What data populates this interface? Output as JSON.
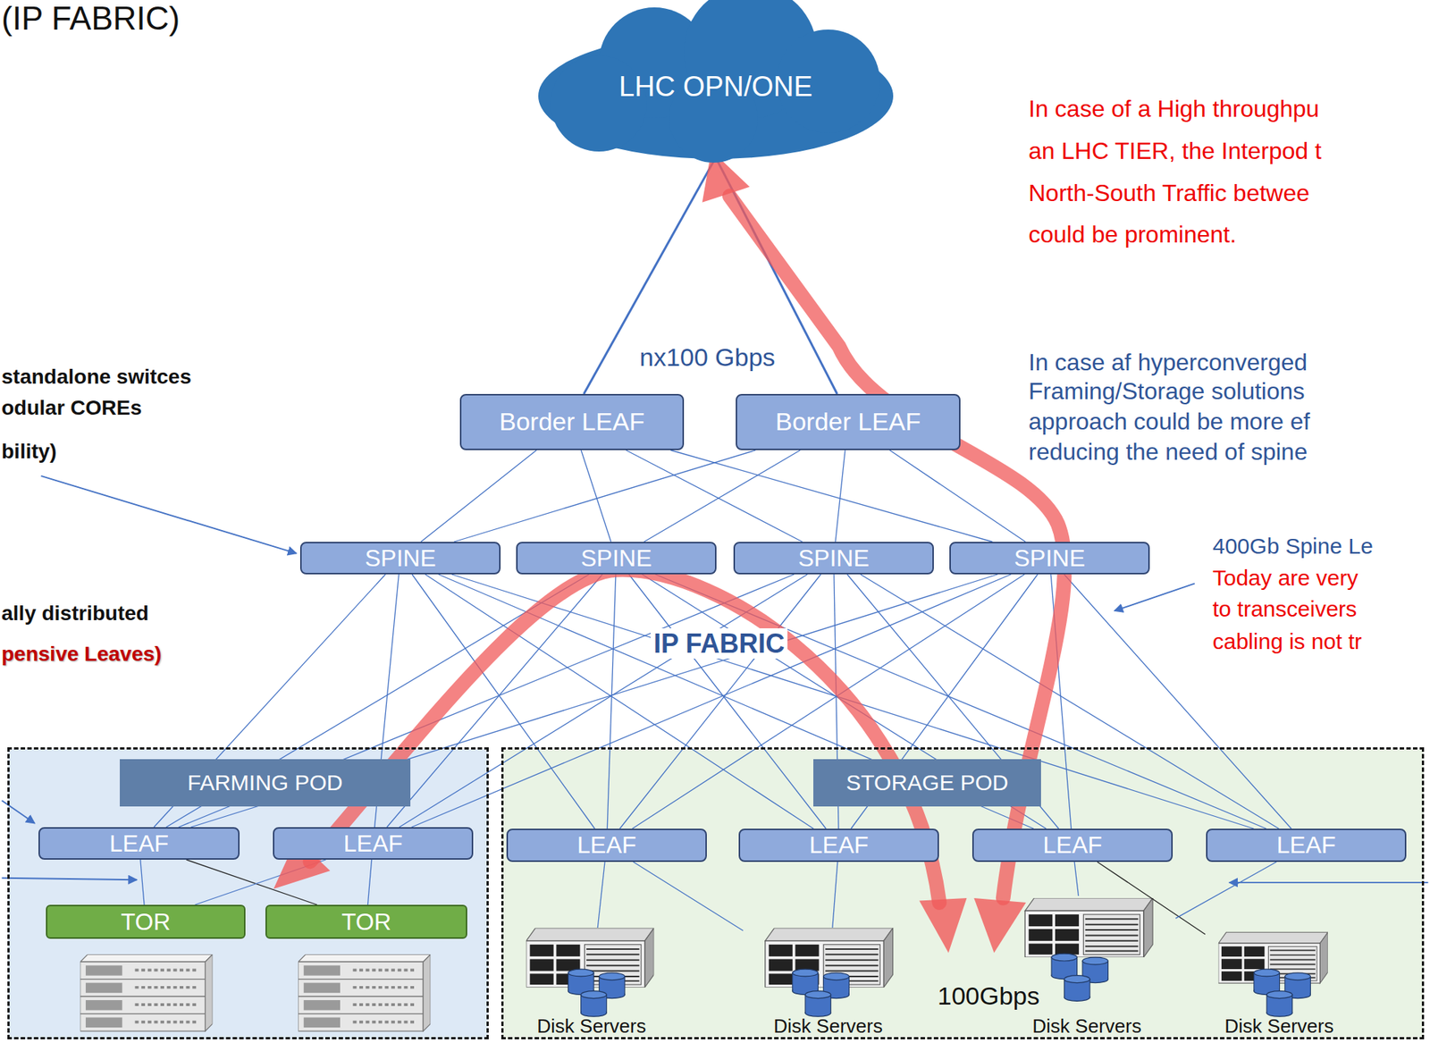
{
  "diagram": {
    "nodes": [
      {
        "text": [
          "LHC OPN/ONE"
        ]
      },
      {
        "text": [
          "Border LEAF"
        ]
      },
      {
        "text": [
          "Border LEAF"
        ]
      },
      {
        "text": [
          "SPINE"
        ]
      },
      {
        "text": [
          "SPINE"
        ]
      },
      {
        "text": [
          "SPINE"
        ]
      },
      {
        "text": [
          "SPINE"
        ]
      },
      {
        "text": [
          "FARMING POD"
        ]
      },
      {
        "text": [
          "LEAF"
        ],
        "in": 7
      },
      {
        "text": [
          "LEAF"
        ],
        "in": 7
      },
      {
        "text": [
          "TOR"
        ],
        "in": 7
      },
      {
        "text": [
          "TOR"
        ],
        "in": 7
      },
      {
        "text": [
          "STORAGE POD"
        ]
      },
      {
        "text": [
          "LEAF"
        ],
        "in": 12
      },
      {
        "text": [
          "LEAF"
        ],
        "in": 12
      },
      {
        "text": [
          "LEAF"
        ],
        "in": 12
      },
      {
        "text": [
          "LEAF"
        ],
        "in": 12
      },
      {
        "text": [
          "Disk Servers"
        ],
        "in": 12
      },
      {
        "text": [
          "Disk Servers"
        ],
        "in": 12
      },
      {
        "text": [
          "Disk Servers"
        ],
        "in": 12
      },
      {
        "text": [
          "Disk Servers"
        ],
        "in": 12
      }
    ],
    "edges": [
      {
        "from": 0,
        "to": 1,
        "arrow": "none"
      },
      {
        "from": 0,
        "to": 2,
        "arrow": "none"
      },
      {
        "from": 1,
        "to": 3,
        "arrow": "none"
      },
      {
        "from": 1,
        "to": 4,
        "arrow": "none"
      },
      {
        "from": 1,
        "to": 5,
        "arrow": "none"
      },
      {
        "from": 1,
        "to": 6,
        "arrow": "none"
      },
      {
        "from": 2,
        "to": 3,
        "arrow": "none"
      },
      {
        "from": 2,
        "to": 4,
        "arrow": "none"
      },
      {
        "from": 2,
        "to": 5,
        "arrow": "none"
      },
      {
        "from": 2,
        "to": 6,
        "arrow": "none"
      },
      {
        "from": 3,
        "to": 8,
        "arrow": "none"
      },
      {
        "from": 3,
        "to": 9,
        "arrow": "none"
      },
      {
        "from": 3,
        "to": 13,
        "arrow": "none"
      },
      {
        "from": 3,
        "to": 14,
        "arrow": "none"
      },
      {
        "from": 3,
        "to": 15,
        "arrow": "none"
      },
      {
        "from": 3,
        "to": 16,
        "arrow": "none"
      },
      {
        "from": 4,
        "to": 8,
        "arrow": "none"
      },
      {
        "from": 4,
        "to": 9,
        "arrow": "none"
      },
      {
        "from": 4,
        "to": 13,
        "arrow": "none"
      },
      {
        "from": 4,
        "to": 14,
        "arrow": "none"
      },
      {
        "from": 4,
        "to": 15,
        "arrow": "none"
      },
      {
        "from": 4,
        "to": 16,
        "arrow": "none"
      },
      {
        "from": 5,
        "to": 8,
        "arrow": "none"
      },
      {
        "from": 5,
        "to": 9,
        "arrow": "none"
      },
      {
        "from": 5,
        "to": 13,
        "arrow": "none"
      },
      {
        "from": 5,
        "to": 14,
        "arrow": "none"
      },
      {
        "from": 5,
        "to": 15,
        "arrow": "none"
      },
      {
        "from": 5,
        "to": 16,
        "arrow": "none"
      },
      {
        "from": 6,
        "to": 8,
        "arrow": "none"
      },
      {
        "from": 6,
        "to": 9,
        "arrow": "none"
      },
      {
        "from": 6,
        "to": 13,
        "arrow": "none"
      },
      {
        "from": 6,
        "to": 14,
        "arrow": "none"
      },
      {
        "from": 6,
        "to": 15,
        "arrow": "none"
      },
      {
        "from": 6,
        "to": 16,
        "arrow": "none"
      },
      {
        "from": 8,
        "to": 10,
        "arrow": "none"
      },
      {
        "from": 8,
        "to": 11,
        "arrow": "none"
      },
      {
        "from": 9,
        "to": 10,
        "arrow": "none"
      },
      {
        "from": 9,
        "to": 11,
        "arrow": "none"
      },
      {
        "from": 13,
        "to": 17,
        "arrow": "none"
      },
      {
        "from": 13,
        "to": 18,
        "arrow": "none"
      },
      {
        "from": 14,
        "to": 18,
        "arrow": "none"
      },
      {
        "from": 15,
        "to": 19,
        "arrow": "none"
      },
      {
        "from": 15,
        "to": 20,
        "arrow": "none"
      },
      {
        "from": 16,
        "to": 19,
        "arrow": "none"
      }
    ],
    "labels": [
      "(IP FABRIC)",
      "standalone switces",
      "odular COREs",
      "bility)",
      "ally  distributed",
      "pensive Leaves)",
      "nx100 Gbps",
      "IP FABRIC",
      "100Gbps",
      "In case of a High throughpu",
      "an LHC TIER, the Interpod t",
      "North-South Traffic betwee",
      "could be prominent.",
      "In case af hyperconverged",
      "Framing/Storage solutions",
      "approach could be more ef",
      "reducing the need of spine",
      "400Gb Spine Le",
      "Today are very",
      "to transceivers",
      "cabling is not tr"
    ]
  }
}
